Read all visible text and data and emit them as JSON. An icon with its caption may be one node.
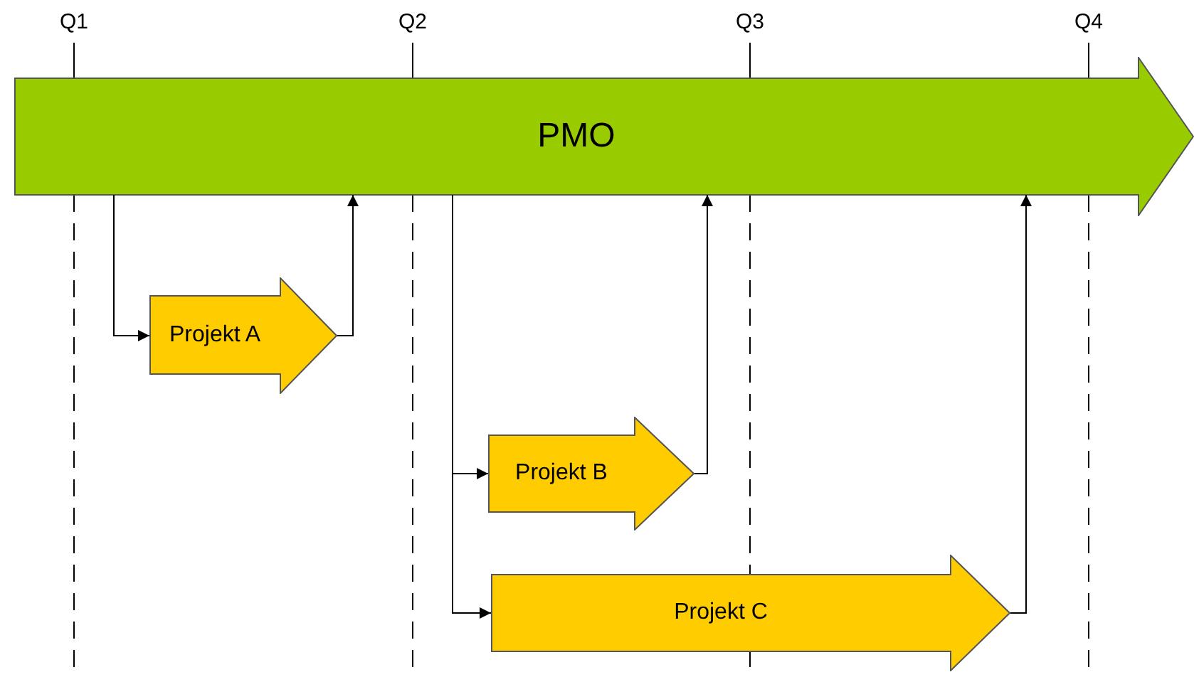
{
  "diagram": {
    "nodes": [
      {
        "text": [
          "PMO"
        ]
      },
      {
        "text": [
          "Projekt A"
        ]
      },
      {
        "text": [
          "Projekt B"
        ]
      },
      {
        "text": [
          "Projekt C"
        ]
      }
    ],
    "edges": [
      {
        "from": 0,
        "to": 1,
        "arrow": "to"
      },
      {
        "from": 1,
        "to": 0,
        "arrow": "to"
      },
      {
        "from": 0,
        "to": 2,
        "arrow": "to"
      },
      {
        "from": 2,
        "to": 0,
        "arrow": "to"
      },
      {
        "from": 0,
        "to": 3,
        "arrow": "to"
      },
      {
        "from": 3,
        "to": 0,
        "arrow": "to"
      }
    ],
    "labels": [
      "Q1",
      "Q2",
      "Q3",
      "Q4"
    ]
  }
}
